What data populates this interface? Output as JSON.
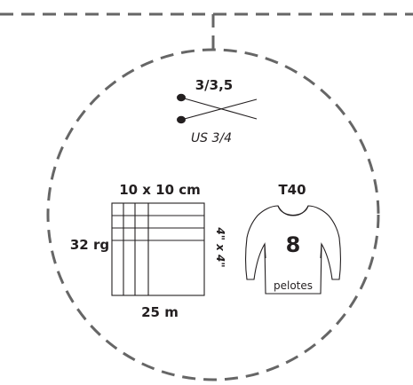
{
  "needles": {
    "size": "3/3,5",
    "us_size": "US 3/4"
  },
  "gauge": {
    "swatch_size": "10 x 10 cm",
    "rows": "32 rg",
    "inches": "4\" x 4\"",
    "length": "25 m"
  },
  "garment": {
    "size": "T40",
    "balls_count": "8",
    "balls_label": "pelotes"
  },
  "colors": {
    "dashes": "#666666",
    "ink": "#231f20"
  }
}
